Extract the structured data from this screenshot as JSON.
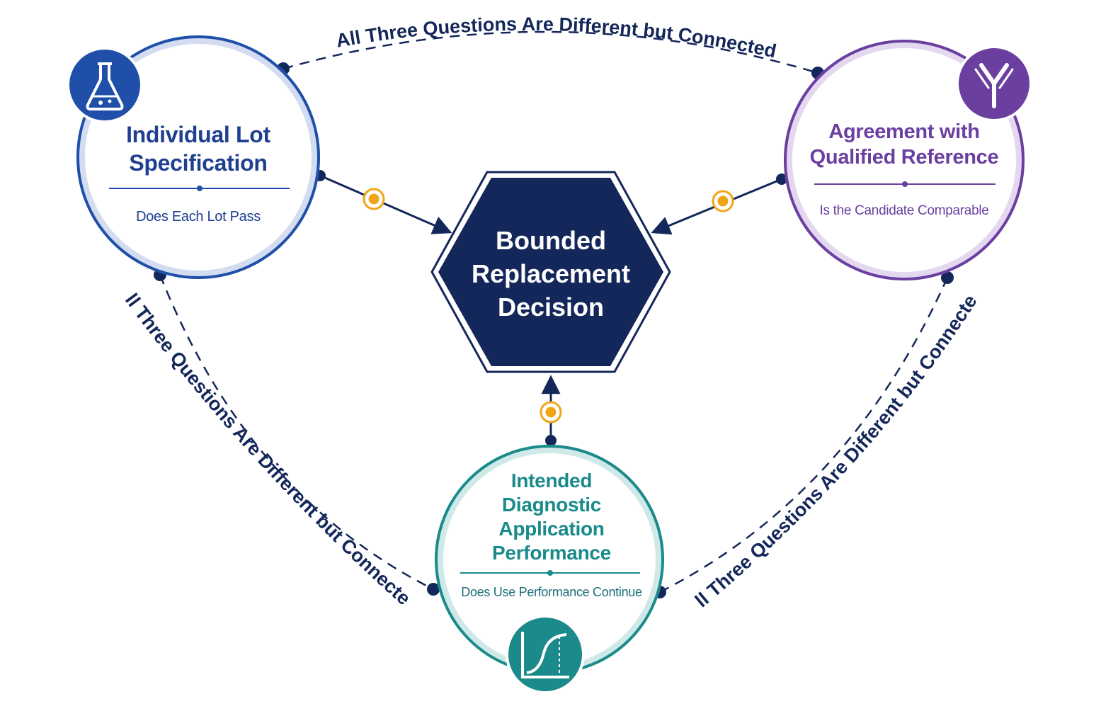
{
  "connector_label": "All Three Questions Are Different but Connected",
  "center": {
    "title_lines": [
      "Bounded",
      "Replacement",
      "Decision"
    ]
  },
  "nodes": {
    "left": {
      "title_lines": [
        "Individual Lot",
        "Specification"
      ],
      "question": "Does Each Lot Pass",
      "icon": "flask-icon",
      "color": "#1f4fa8"
    },
    "right": {
      "title_lines": [
        "Agreement with",
        "Qualified Reference"
      ],
      "question": "Is the Candidate Comparable",
      "icon": "antibody-icon",
      "color": "#6a3fa0"
    },
    "bottom": {
      "title_lines": [
        "Intended",
        "Diagnostic",
        "Application",
        "Performance"
      ],
      "question": "Does Use Performance Continue",
      "icon": "curve-chart-icon",
      "color": "#1a8a8a"
    }
  },
  "colors": {
    "navy": "#14275a",
    "accent_dot": "#f0a418"
  }
}
